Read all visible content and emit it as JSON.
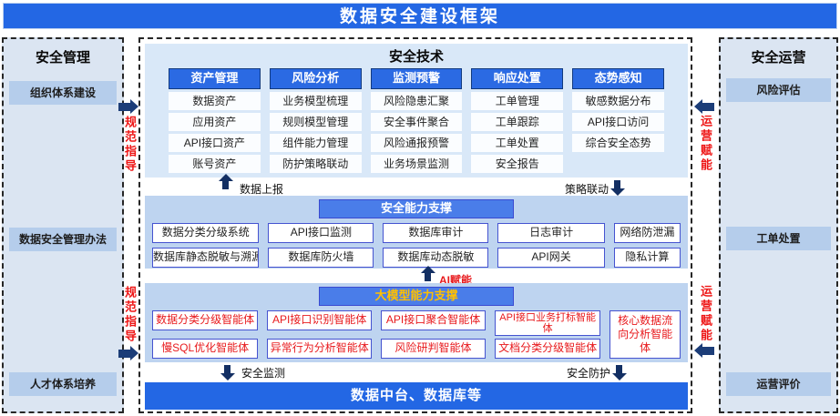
{
  "banner": {
    "title": "数据安全建设框架"
  },
  "left_panel": {
    "title": "安全管理",
    "items": [
      "组织体系建设",
      "数据安全管理办法",
      "人才体系培养"
    ]
  },
  "right_panel": {
    "title": "安全运营",
    "items": [
      "风险评估",
      "工单处置",
      "运营评价"
    ]
  },
  "flows": {
    "left_label": "规范指导",
    "right_label": "运营赋能",
    "data_report": "数据上报",
    "policy_link": "策略联动",
    "ai_enable": "AI赋能",
    "security_monitor": "安全监测",
    "security_protect": "安全防护"
  },
  "tech": {
    "title": "安全技术",
    "headers": [
      "资产管理",
      "风险分析",
      "监测预警",
      "响应处置",
      "态势感知"
    ],
    "rows": [
      [
        "数据资产",
        "业务模型梳理",
        "风险隐患汇聚",
        "工单管理",
        "敏感数据分布"
      ],
      [
        "应用资产",
        "规则模型管理",
        "安全事件聚合",
        "工单跟踪",
        "API接口访问"
      ],
      [
        "API接口资产",
        "组件能力管理",
        "风险通报预警",
        "工单处置",
        "综合安全态势"
      ],
      [
        "账号资产",
        "防护策略联动",
        "业务场景监测",
        "安全报告",
        ""
      ]
    ]
  },
  "support": {
    "title": "安全能力支撑",
    "rows": [
      [
        "数据分类分级系统",
        "API接口监测",
        "数据库审计",
        "日志审计",
        "网络防泄漏"
      ],
      [
        "数据库静态脱敏与溯源",
        "数据库防火墙",
        "数据库动态脱敏",
        "API网关",
        "隐私计算"
      ]
    ]
  },
  "llm": {
    "title": "大模型能力支撑",
    "rows": [
      [
        "数据分类分级智能体",
        "API接口识别智能体",
        "API接口聚合智能体",
        "API接口业务打标智能体"
      ],
      [
        "慢SQL优化智能体",
        "异常行为分析智能体",
        "风险研判智能体",
        "文档分类分级智能体"
      ]
    ],
    "tall_cell": "核心数据流向分析智能体"
  },
  "bottom_bar": {
    "title": "数据中台、数据库等"
  },
  "colors": {
    "banner_blue": "#2367e4",
    "tech_header_blue": "#2b6ae3",
    "sub_header_blue": "#4a7de9",
    "tech_panel_bg": "#d9e8f8",
    "sub_panel_bg": "#bed4f0",
    "side_panel_bg": "#dbe5f2",
    "side_item_bg": "#b5cdeb",
    "agent_text_red": "#e8191c",
    "flow_text_red": "#ee1616",
    "llm_header_yellow": "#ffc000",
    "arrow_navy": "#1c3d78"
  }
}
